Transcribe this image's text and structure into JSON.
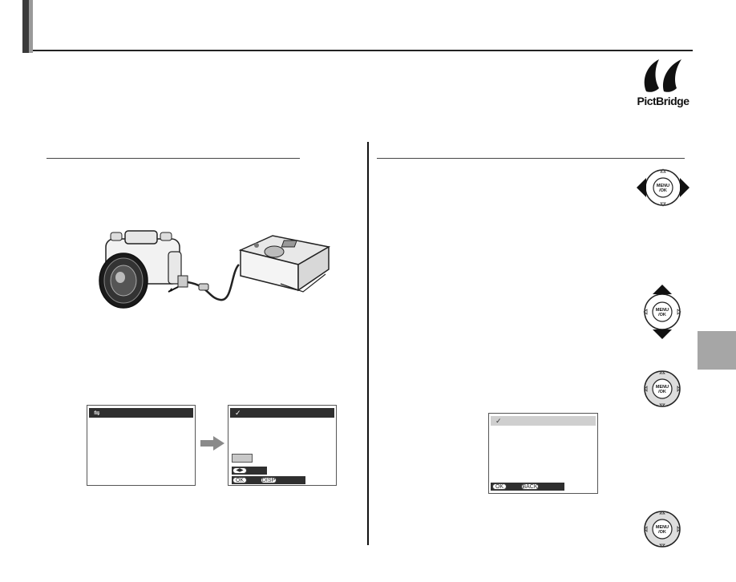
{
  "screens": {
    "camera_screen": {
      "icon": "usb-icon"
    },
    "printer_screen": {
      "icon": "pictbridge-icon",
      "buttons": {
        "ok": "OK",
        "disp": "DISP"
      }
    },
    "confirm_screen": {
      "icon": "pictbridge-icon",
      "buttons": {
        "ok": "OK",
        "back": "BACK"
      }
    }
  },
  "logo": {
    "label": "PictBridge"
  },
  "dpad": {
    "center_label_line1": "MENU",
    "center_label_line2": "/OK"
  },
  "colors": {
    "title_bar_dark": "#3a3a3a",
    "title_bar_light": "#9a9a9a",
    "side_tab": "#a6a6a6",
    "screen_header": "#2f2f2f",
    "arrow_gray": "#8a8a8a"
  }
}
